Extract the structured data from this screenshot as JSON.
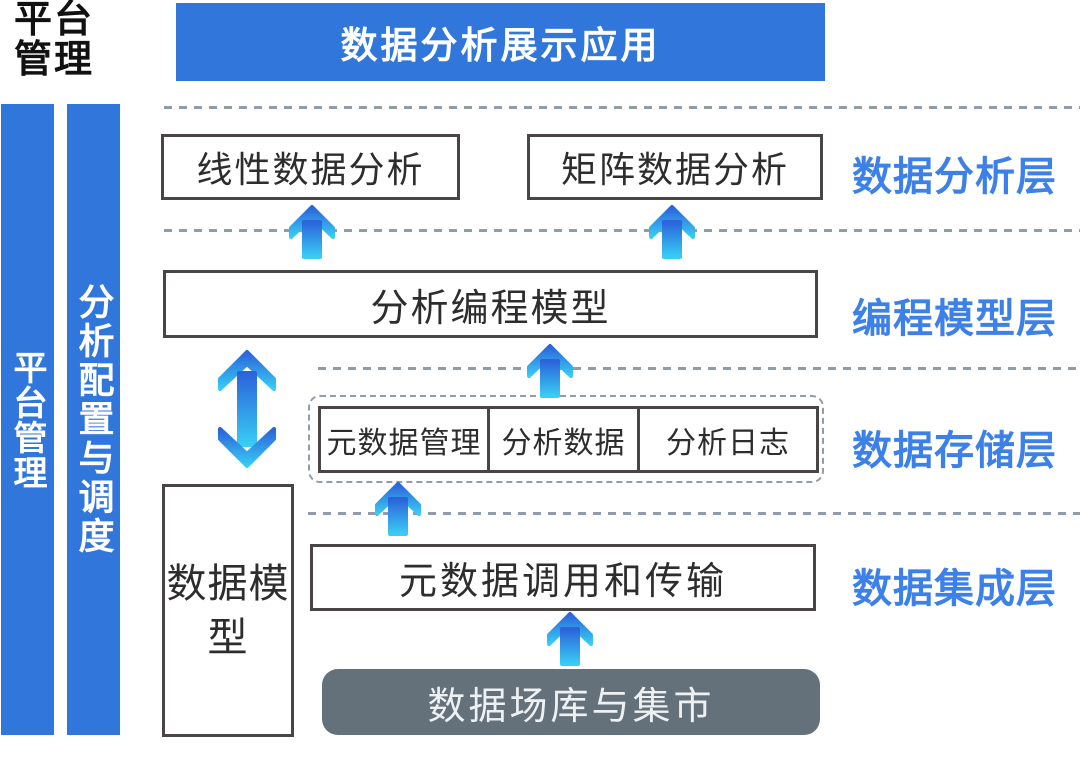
{
  "corner_label": {
    "line1": "平台",
    "line2": "管理"
  },
  "banner": {
    "title": "数据分析展示应用"
  },
  "sidebars": {
    "platform": "平台管理",
    "config": "分析配置与调度"
  },
  "layers": {
    "analysis": {
      "label": "数据分析层",
      "boxes": {
        "linear": "线性数据分析",
        "matrix": "矩阵数据分析"
      }
    },
    "programming": {
      "label": "编程模型层",
      "box": "分析编程模型"
    },
    "storage": {
      "label": "数据存储层",
      "boxes": {
        "metadata": "元数据管理",
        "analysis_data": "分析数据",
        "analysis_log": "分析日志"
      }
    },
    "integration": {
      "label": "数据集成层",
      "box": "元数据调用和传输"
    }
  },
  "data_model_box": "数据模型",
  "source_box": "数据场库与集市",
  "icons": {
    "up_arrow": "up-arrow-icon",
    "double_arrow": "double-arrow-icon"
  },
  "colors": {
    "blue": "#3177db",
    "label-blue": "#3c80e8",
    "gray-box": "#64707a",
    "box-border": "#4a4545",
    "dash": "#8f9dab",
    "arrow-top": "#2b63da",
    "arrow-bottom": "#38cdf4"
  }
}
